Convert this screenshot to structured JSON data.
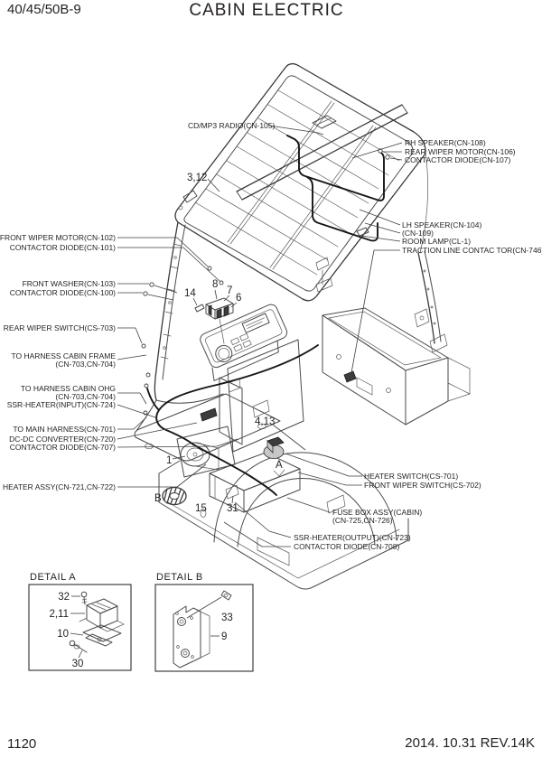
{
  "header": {
    "model": "40/45/50B-9",
    "title": "CABIN ELECTRIC"
  },
  "footer": {
    "page_number": "1120",
    "revision": "2014. 10.31  REV.14K"
  },
  "colors": {
    "background": "#ffffff",
    "line": "#4a4a4a",
    "wire": "#161616",
    "text": "#231f20"
  },
  "callouts": {
    "cd_mp3_radio": "CD/MP3 RADIO(CN-105)",
    "rh_speaker": "RH SPEAKER(CN-108)",
    "rear_wiper_motor": "REAR WIPER MOTOR(CN-106)",
    "contactor_diode_cn107": "CONTACTOR DIODE(CN-107)",
    "lh_speaker": "LH SPEAKER(CN-104)",
    "lh_speaker_cn109": "(CN-109)",
    "room_lamp": "ROOM LAMP(CL-1)",
    "traction_line_contactor": "TRACTION LINE CONTAC TOR(CN-746)",
    "front_wiper_motor": "FRONT WIPER MOTOR(CN-102)",
    "contactor_diode_cn101": "CONTACTOR DIODE(CN-101)",
    "front_washer": "FRONT WASHER(CN-103)",
    "contactor_diode_cn100": "CONTACTOR DIODE(CN-100)",
    "rear_wiper_switch": "REAR WIPER SWITCH(CS-703)",
    "to_harness_cabin_frame": "TO HARNESS CABIN FRAME",
    "to_harness_cabin_frame_conn": "(CN-703,CN-704)",
    "to_harness_cabin_ohg": "TO HARNESS CABIN OHG",
    "to_harness_cabin_ohg_conn": "(CN-703,CN-704)",
    "ssr_heater_input": "SSR-HEATER(INPUT)(CN-724)",
    "to_main_harness": "TO MAIN HARNESS(CN-701)",
    "dc_dc_converter": "DC-DC CONVERTER(CN-720)",
    "contactor_diode_cn707": "CONTACTOR DIODE(CN-707)",
    "heater_assy": "HEATER ASSY(CN-721,CN-722)",
    "heater_switch": "HEATER SWITCH(CS-701)",
    "front_wiper_switch": "FRONT WIPER SWITCH(CS-702)",
    "fuse_box_assy": "FUSE BOX ASSY(CABIN)",
    "fuse_box_conn": "(CN-725,CN-726)",
    "ssr_heater_output": "SSR-HEATER(OUTPUT)(CN-723)",
    "contactor_diode_cn708": "CONTACTOR DIODE(CN-708)"
  },
  "part_numbers": {
    "roof_frame": "3,12",
    "n14": "14",
    "n8": "8",
    "n7": "7",
    "n6": "6",
    "n4_13": "4,13",
    "n1": "1",
    "view_b": "B",
    "n15": "15",
    "n31": "31",
    "view_a": "A"
  },
  "detail_a": {
    "title": "DETAIL A",
    "n32": "32",
    "n2_11": "2,11",
    "n10": "10",
    "n30": "30"
  },
  "detail_b": {
    "title": "DETAIL B",
    "n33": "33",
    "n9": "9"
  }
}
